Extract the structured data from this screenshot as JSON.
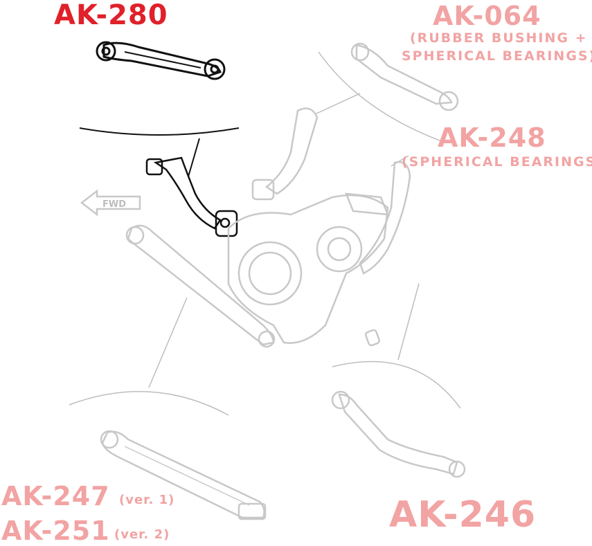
{
  "labels": {
    "ak280": "AK-280",
    "ak064": "AK-064",
    "ak064_note_1": "(RUBBER BUSHING +",
    "ak064_note_2": "SPHERICAL BEARINGS)",
    "ak248": "AK-248",
    "ak248_note": "(SPHERICAL BEARINGS)",
    "ak247": "AK-247",
    "ak247_ver": "(ver. 1)",
    "ak251": "AK-251",
    "ak251_ver": "(ver. 2)",
    "ak246": "AK-246",
    "fwd": "FWD"
  },
  "colors": {
    "highlight": "#e0202a",
    "faded_text": "#f2a3a3",
    "dark_line": "#111111",
    "faded_line": "#c8c8c8"
  }
}
